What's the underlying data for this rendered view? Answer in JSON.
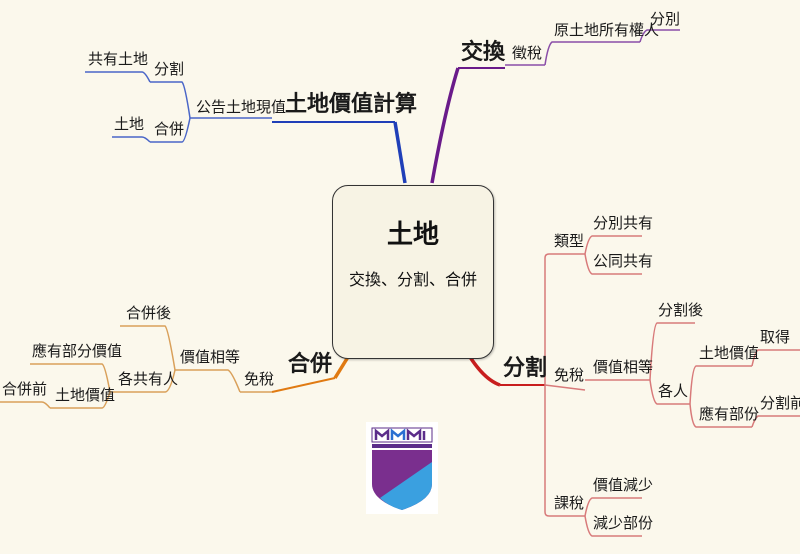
{
  "center": {
    "title": "土地",
    "subtitle": "交換、分割、合併"
  },
  "branches": {
    "calc": {
      "label": "土地價值計算",
      "basis": "公告土地現值",
      "leaf1_case": "分割",
      "leaf1_target": "共有土地",
      "leaf2_case": "合併",
      "leaf2_target": "土地"
    },
    "exchange": {
      "label": "交換",
      "tax": "徵稅",
      "owner": "原土地所有權人",
      "mode": "分別"
    },
    "merge": {
      "label": "合併",
      "exempt": "免稅",
      "equal": "價值相等",
      "after": "合併後",
      "owners": "各共有人",
      "share": "應有部分價值",
      "land_value": "土地價值",
      "before": "合併前"
    },
    "split": {
      "label": "分割",
      "type": "類型",
      "type1": "分別共有",
      "type2": "公同共有",
      "exempt": "免稅",
      "equal": "價值相等",
      "after": "分割後",
      "each": "各人",
      "land_value": "土地價值",
      "acquire": "取得",
      "share": "應有部份",
      "before": "分割前",
      "taxed": "課稅",
      "reduce": "價值減少",
      "reduce_part": "減少部份"
    }
  },
  "colors": {
    "calc": "#1f3fb8",
    "exchange": "#6a1b8a",
    "merge": "#e07a12",
    "split": "#c81e1e",
    "leaf_merge": "#d9a05a",
    "leaf_split": "#d87a7a",
    "leaf_calc": "#4a66c8",
    "leaf_exchange": "#8a4ea8"
  }
}
